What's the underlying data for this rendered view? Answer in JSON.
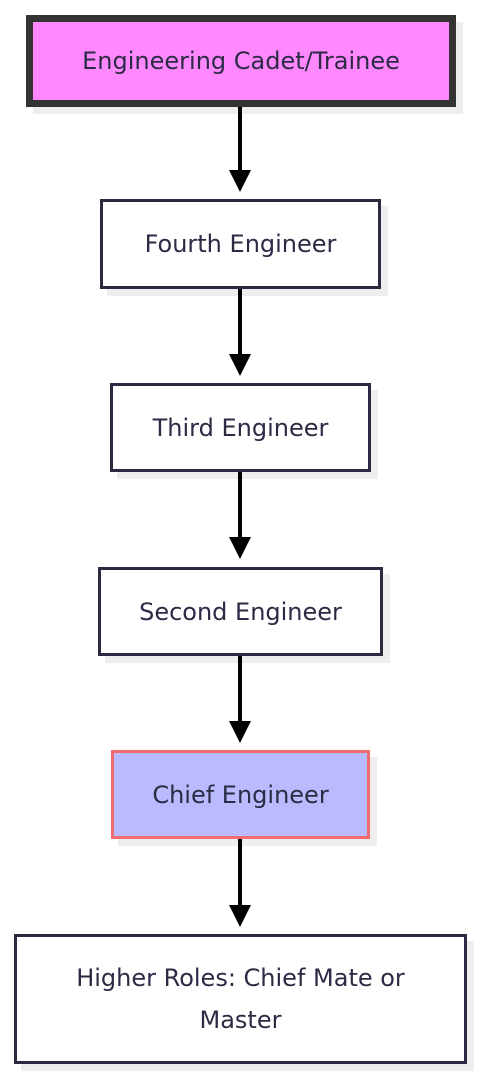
{
  "diagram": {
    "nodes": [
      {
        "id": "n1",
        "label": "Engineering Cadet/Trainee",
        "fill": "#ff88ff",
        "stroke": "#333333"
      },
      {
        "id": "n2",
        "label": "Fourth Engineer",
        "fill": "#ffffff",
        "stroke": "#2a2a40"
      },
      {
        "id": "n3",
        "label": "Third Engineer",
        "fill": "#ffffff",
        "stroke": "#2a2a40"
      },
      {
        "id": "n4",
        "label": "Second Engineer",
        "fill": "#ffffff",
        "stroke": "#2a2a40"
      },
      {
        "id": "n5",
        "label": "Chief Engineer",
        "fill": "#babafe",
        "stroke": "#f06b6b"
      },
      {
        "id": "n6",
        "label": "Higher Roles: Chief Mate or Master",
        "fill": "#ffffff",
        "stroke": "#2a2a40"
      }
    ],
    "edges": [
      {
        "from": "n1",
        "to": "n2"
      },
      {
        "from": "n2",
        "to": "n3"
      },
      {
        "from": "n3",
        "to": "n4"
      },
      {
        "from": "n4",
        "to": "n5"
      },
      {
        "from": "n5",
        "to": "n6"
      }
    ],
    "colors": {
      "edge": "#000000",
      "text": "#2b2b45"
    }
  }
}
